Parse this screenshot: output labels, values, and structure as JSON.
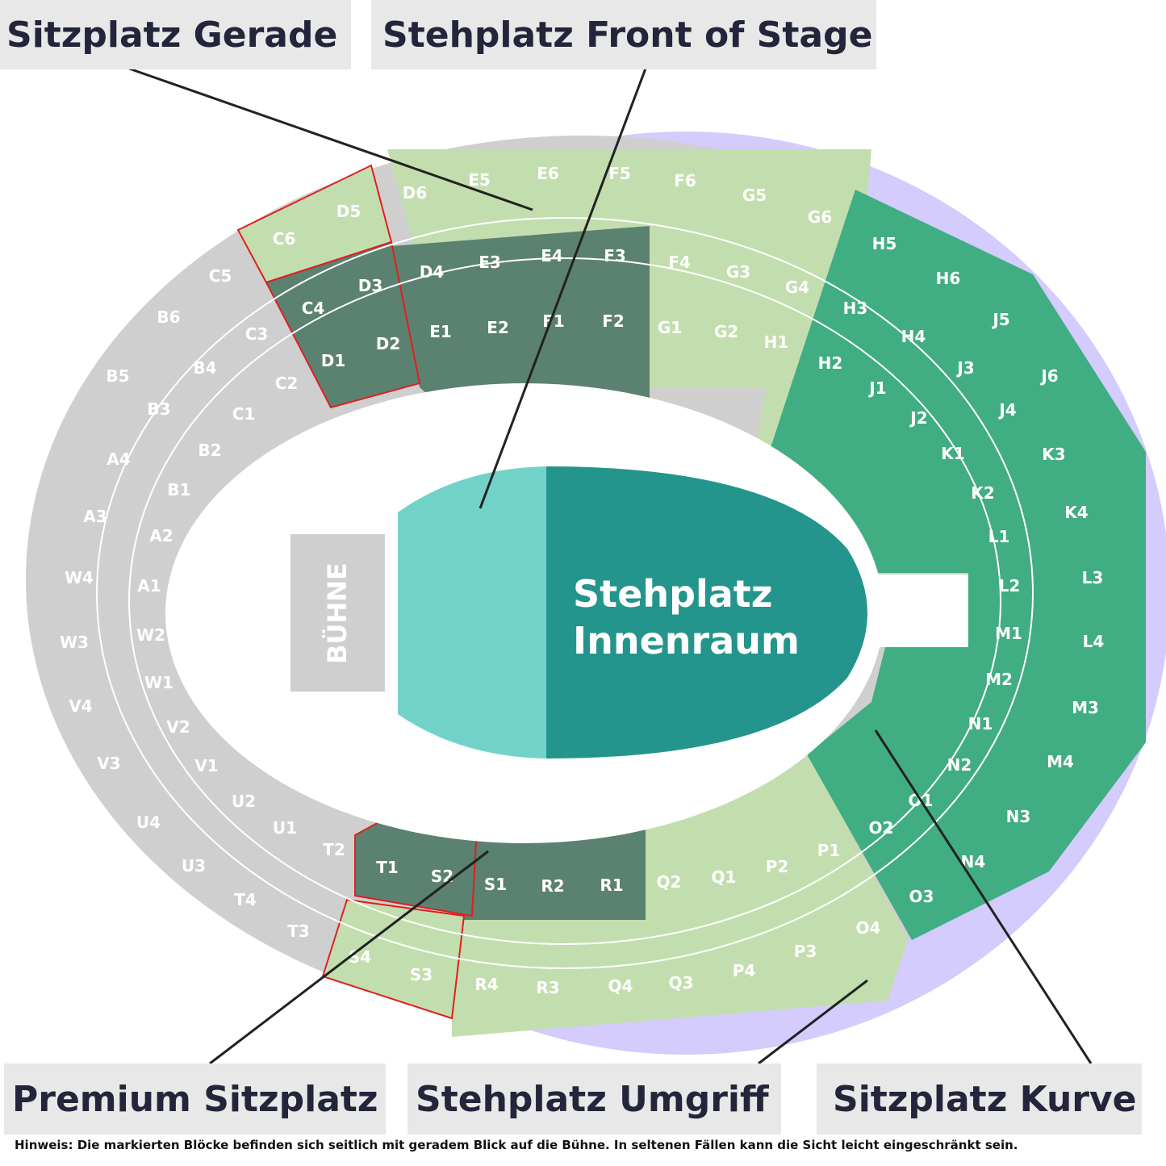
{
  "legend": {
    "sitzplatz_gerade": "Sitzplatz Gerade",
    "stehplatz_front": "Stehplatz Front of Stage",
    "premium_sitzplatz": "Premium Sitzplatz",
    "stehplatz_umgriff": "Stehplatz Umgriff",
    "sitzplatz_kurve": "Sitzplatz Kurve"
  },
  "stage_label": "BÜHNE",
  "innenraum": {
    "line1": "Stehplatz",
    "line2": "Innenraum"
  },
  "note": "Hinweis: Die markierten Blöcke befinden sich seitlich mit  geradem Blick auf die Bühne. In seltenen Fällen kann die Sicht leicht eingeschränkt sein.",
  "colors": {
    "grey": "#cfcfcf",
    "light_green": "#c3deae",
    "dark_green": "#5b8170",
    "curve_green": "#41ad82",
    "front_stage": "#73d2c8",
    "innenraum": "#23958c",
    "umgriff": "#d3ccfc",
    "premium_outline": "#e01f1f",
    "legend_bg": "#e8e8e8"
  },
  "blocks": {
    "grey": [
      "C5",
      "B6",
      "C3",
      "B5",
      "B4",
      "C2",
      "B3",
      "C1",
      "A4",
      "B2",
      "B1",
      "A3",
      "A2",
      "W4",
      "A1",
      "W3",
      "W2",
      "W1",
      "V4",
      "V2",
      "V3",
      "V1",
      "U2",
      "U4",
      "U1",
      "U3",
      "T2",
      "T4",
      "T3"
    ],
    "light_green": [
      "E5",
      "E6",
      "F5",
      "F6",
      "G5",
      "G6",
      "D6",
      "F4",
      "G3",
      "G4",
      "G1",
      "G2",
      "H1",
      "Q2",
      "Q1",
      "P2",
      "P1",
      "R4",
      "R3",
      "Q4",
      "Q3",
      "P4",
      "P3",
      "O4"
    ],
    "dark_green": [
      "D4",
      "E3",
      "E4",
      "F3",
      "E1",
      "E2",
      "F1",
      "F2",
      "S1",
      "R2",
      "R1"
    ],
    "premium": [
      "C6",
      "D5",
      "C4",
      "D3",
      "D1",
      "D2",
      "T1",
      "S2",
      "S4",
      "S3"
    ],
    "curve": [
      "H5",
      "H6",
      "H3",
      "H4",
      "J5",
      "J6",
      "H2",
      "J3",
      "J1",
      "J2",
      "J4",
      "K1",
      "K3",
      "K2",
      "K4",
      "L1",
      "L2",
      "L3",
      "M1",
      "L4",
      "M2",
      "M3",
      "N1",
      "N2",
      "M4",
      "O1",
      "O2",
      "N3",
      "N4",
      "O3"
    ]
  }
}
